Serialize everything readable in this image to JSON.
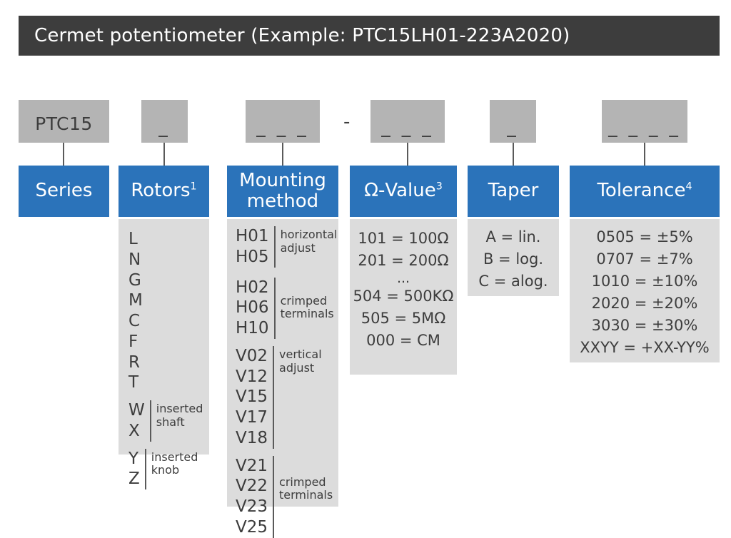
{
  "title": {
    "text": "Cermet potentiometer (Example: PTC15LH01-223A2020)",
    "bar_color": "#3d3d3d",
    "text_color": "#ffffff"
  },
  "colors": {
    "accent_blue": "#2b73ba",
    "code_box_gray": "#b4b4b4",
    "body_box_gray": "#dcdcdc",
    "text_dark": "#3d3d3d",
    "line_gray": "#5a5a5a"
  },
  "separator": {
    "dash": "-"
  },
  "columns": [
    {
      "key": "series",
      "code_label": "PTC15",
      "code_blanks": "",
      "header": "Series",
      "header_sup": "",
      "has_body": false,
      "entries": [],
      "groups": []
    },
    {
      "key": "rotors",
      "code_label": "",
      "code_blanks": "_",
      "header": "Rotors",
      "header_sup": "1",
      "has_body": true,
      "entries": [],
      "groups": [
        {
          "codes": "L\nN\nG\nM\nC\nF\nR\nT",
          "note": ""
        },
        {
          "codes": "W\nX",
          "note": "inserted\nshaft"
        },
        {
          "codes": "Y\nZ",
          "note": "inserted\nknob"
        }
      ]
    },
    {
      "key": "mounting-method",
      "code_label": "",
      "code_blanks": "_ _ _",
      "header": "Mounting\nmethod",
      "header_sup": "",
      "has_body": true,
      "entries": [],
      "groups": [
        {
          "codes": "H01\nH05",
          "note": "horizontal\nadjust"
        },
        {
          "codes": "H02\nH06\nH10",
          "note": "crimped\nterminals"
        },
        {
          "codes": "V02\nV12\nV15\nV17\nV18",
          "note": "vertical\nadjust"
        },
        {
          "codes": "V21\nV22\nV23\nV25",
          "note": "crimped\nterminals"
        }
      ]
    },
    {
      "key": "ohm-value",
      "code_label": "",
      "code_blanks": "_ _ _",
      "header": "Ω-Value",
      "header_sup": "3",
      "has_body": true,
      "entries": [
        "101 = 100Ω",
        "201 = 200Ω",
        "...",
        "504 = 500KΩ",
        "505 = 5MΩ",
        "000 = CM"
      ],
      "groups": []
    },
    {
      "key": "taper",
      "code_label": "",
      "code_blanks": "_",
      "header": "Taper",
      "header_sup": "",
      "has_body": true,
      "entries": [
        "A = lin.",
        "B = log.",
        "C = alog."
      ],
      "groups": []
    },
    {
      "key": "tolerance",
      "code_label": "",
      "code_blanks": "_ _ _ _",
      "header": "Tolerance",
      "header_sup": "4",
      "has_body": true,
      "entries": [
        "0505 = ±5%",
        "0707 = ±7%",
        "1010 = ±10%",
        "2020 = ±20%",
        "3030 = ±30%",
        "XXYY = +XX-YY%"
      ],
      "groups": []
    }
  ]
}
